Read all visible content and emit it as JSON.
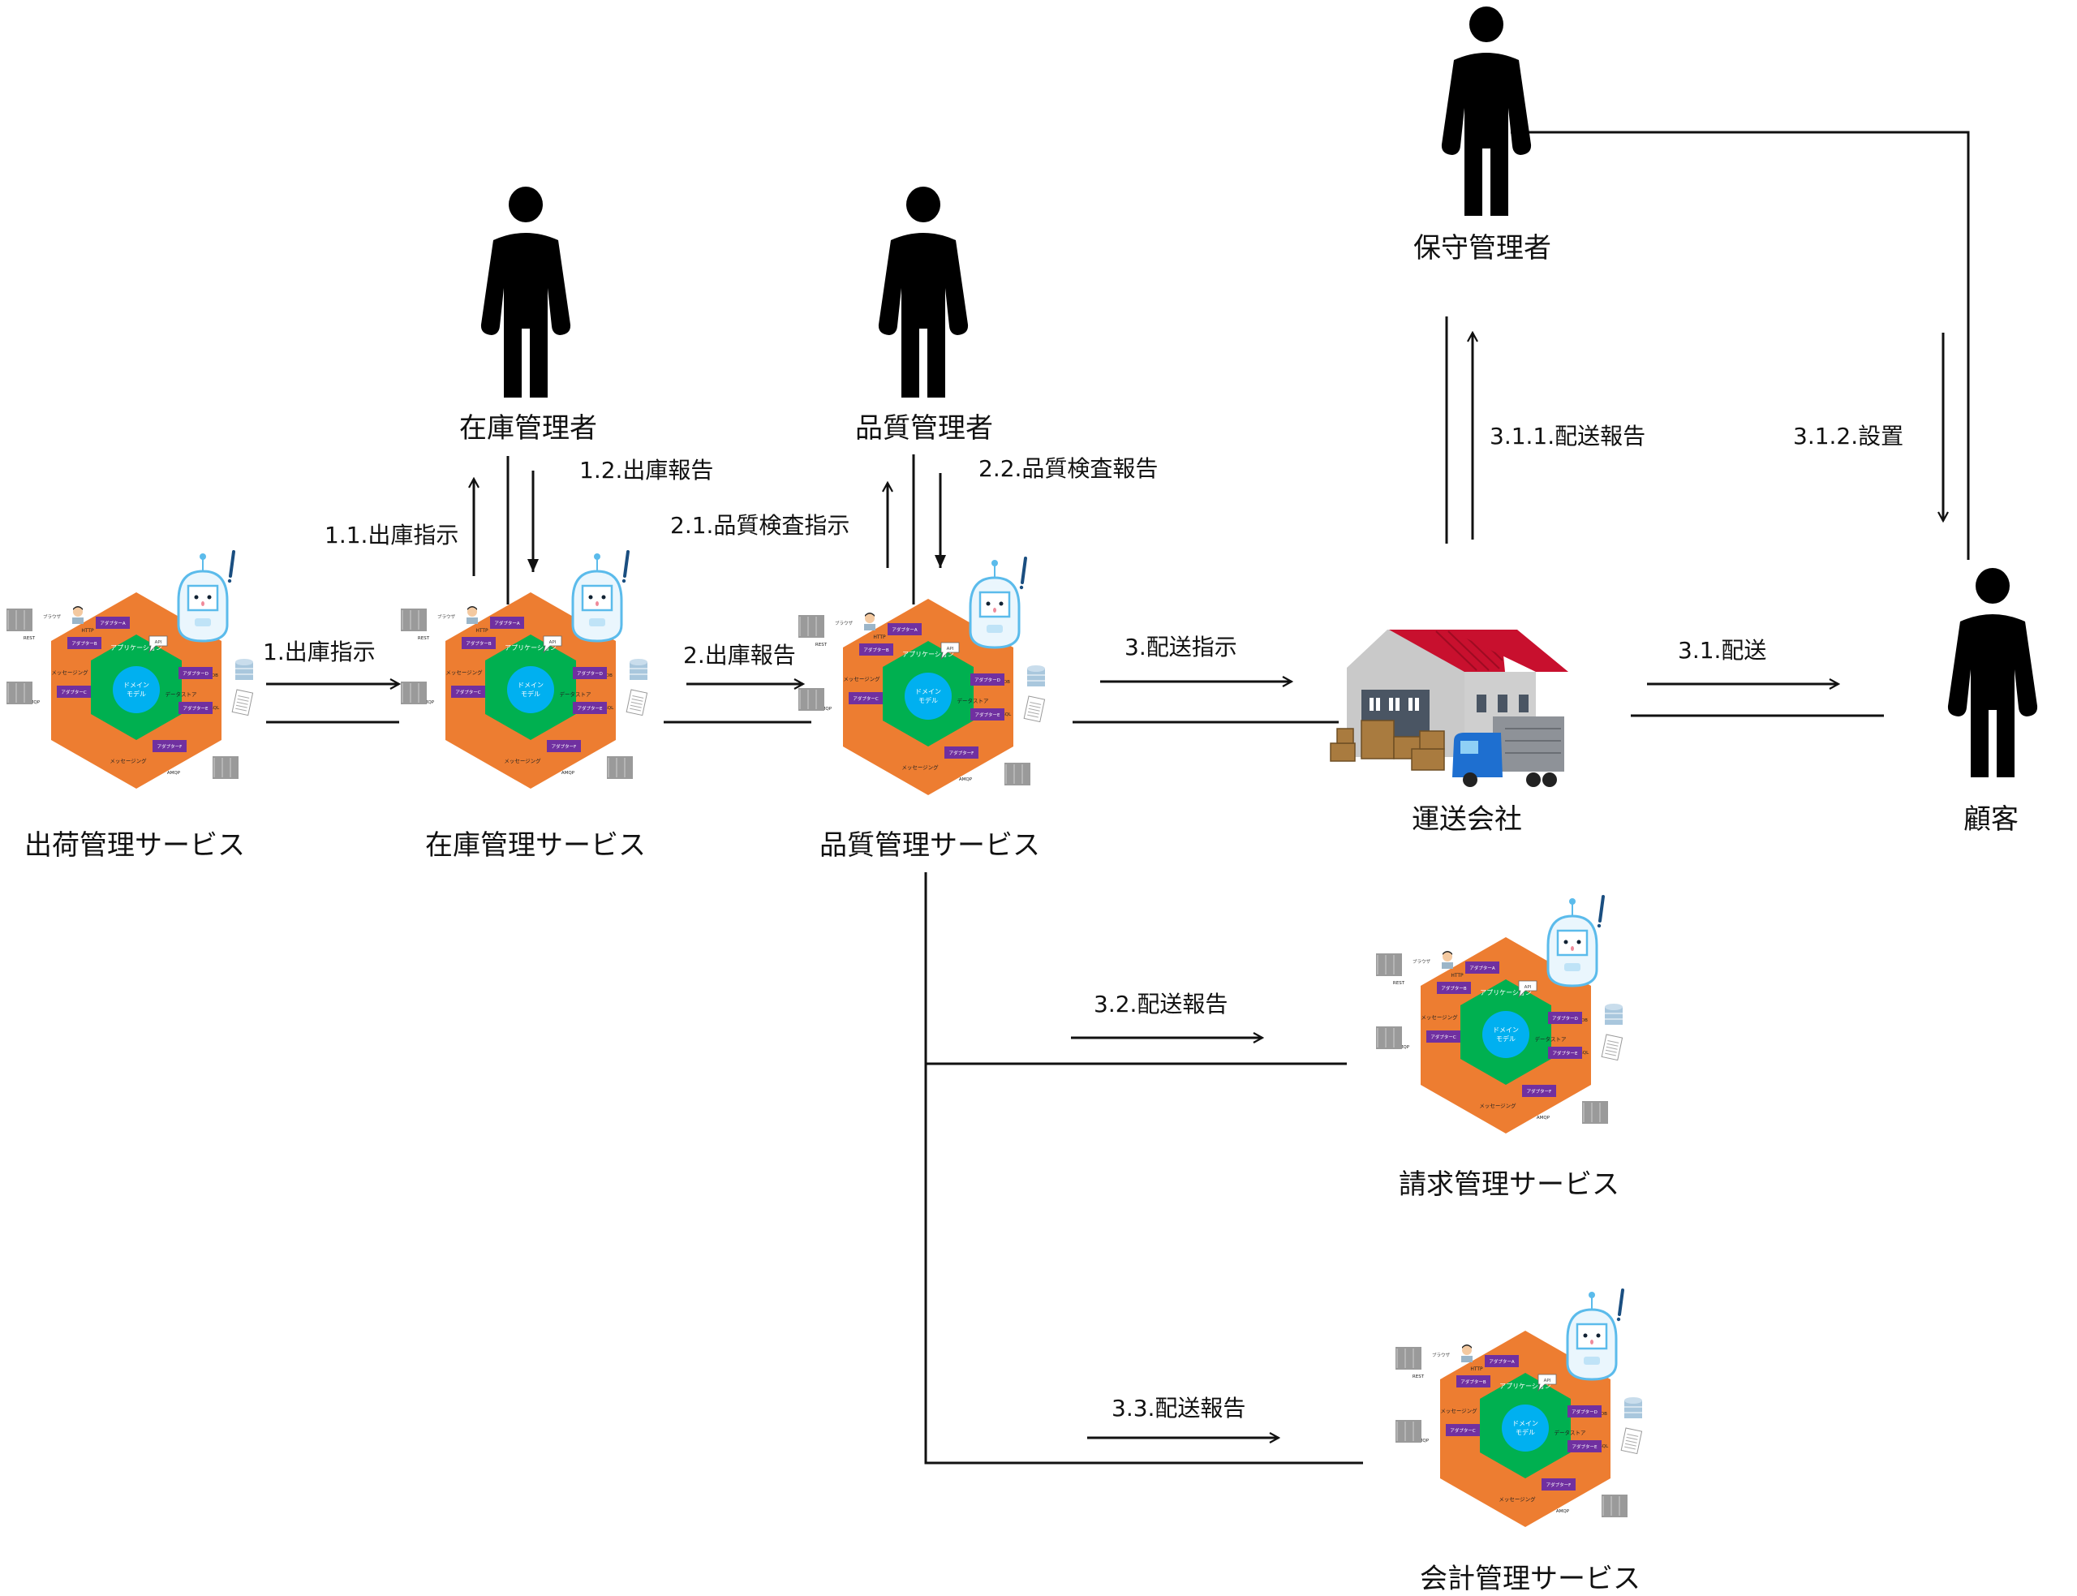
{
  "diagram": {
    "type": "service-flow",
    "colors": {
      "line": "#111111",
      "hex_outer": "#ED7D31",
      "hex_inner": "#00B050",
      "domain_core": "#00B0F0",
      "adapter": "#7030A0",
      "robot": "#5BBBEB",
      "roof": "#C8102E",
      "truck": "#1E6FD0"
    },
    "actors": {
      "inventory_manager": "在庫管理者",
      "quality_manager": "品質管理者",
      "maintenance_manager": "保守管理者",
      "customer": "顧客"
    },
    "services": {
      "shipping": "出荷管理サービス",
      "inventory": "在庫管理サービス",
      "quality": "品質管理サービス",
      "billing": "請求管理サービス",
      "accounting": "会計管理サービス"
    },
    "carrier": "運送会社",
    "hex_graphic": {
      "browser": "ブラウザ",
      "http": "HTTP",
      "rest": "REST",
      "amqp": "AMQP",
      "rdb": "RDB",
      "nosql": "NoSQL",
      "api": "API",
      "messaging": "メッセージング",
      "datastore": "データストア",
      "application": "アプリケーション",
      "domain_line1": "ドメイン",
      "domain_line2": "モデル",
      "report": "REPORT",
      "adapters": [
        "アダプターA",
        "アダプターB",
        "アダプターC",
        "アダプターD",
        "アダプターE",
        "アダプターF"
      ]
    },
    "edges": {
      "e1": "1.出庫指示",
      "e1_1": "1.1.出庫指示",
      "e1_2": "1.2.出庫報告",
      "e2": "2.出庫報告",
      "e2_1": "2.1.品質検査指示",
      "e2_2": "2.2.品質検査報告",
      "e3": "3.配送指示",
      "e3_1": "3.1.配送",
      "e3_1_1": "3.1.1.配送報告",
      "e3_1_2": "3.1.2.設置",
      "e3_2": "3.2.配送報告",
      "e3_3": "3.3.配送報告"
    }
  }
}
